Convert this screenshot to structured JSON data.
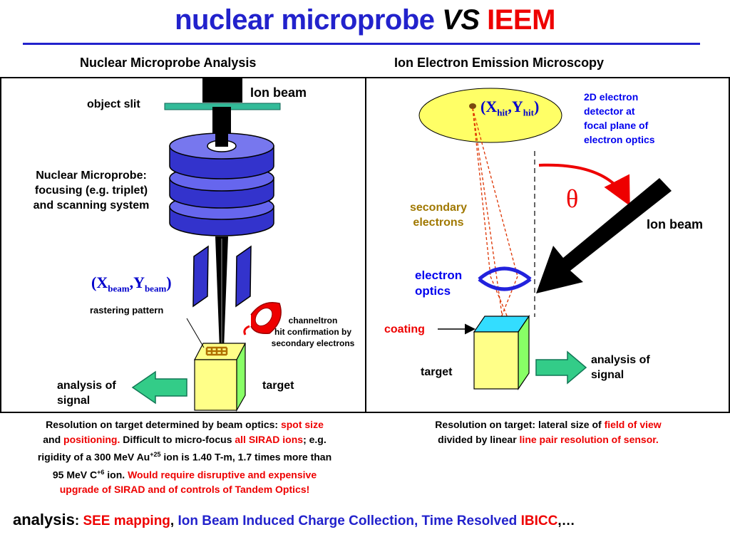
{
  "title": {
    "part1": "nuclear microprobe",
    "vs": "VS",
    "part2": "IEEM"
  },
  "left_panel": {
    "heading": "Nuclear Microprobe Analysis",
    "ion_beam": "Ion beam",
    "object_slit": "object slit",
    "microprobe": [
      "Nuclear Microprobe:",
      "focusing (e.g. triplet)",
      "and scanning system"
    ],
    "coord_x": "X",
    "coord_x_sub": "beam",
    "coord_y": "Y",
    "coord_y_sub": "beam",
    "rastering": "rastering pattern",
    "channeltron": [
      "channeltron",
      "hit confirmation by",
      "secondary electrons"
    ],
    "analysis": [
      "analysis of",
      "signal"
    ],
    "target": "target"
  },
  "right_panel": {
    "heading": "Ion Electron Emission Microscopy",
    "coord_x": "X",
    "coord_x_sub": "hit",
    "coord_y": "Y",
    "coord_y_sub": "hit",
    "detector": [
      "2D electron",
      "detector at",
      "focal plane of",
      "electron optics"
    ],
    "theta": "θ",
    "secondary": [
      "secondary",
      "electrons"
    ],
    "ion_beam": "Ion beam",
    "optics": [
      "electron",
      "optics"
    ],
    "coating": "coating",
    "target": "target",
    "analysis": [
      "analysis of",
      "signal"
    ]
  },
  "resolution_left": {
    "l1a": "Resolution on target determined by beam optics: ",
    "l1b": "spot size",
    "l2a": "and ",
    "l2b": "positioning.",
    "l2c": " Difficult to micro-focus ",
    "l2d": "all SIRAD ions",
    "l2e": "; e.g.",
    "l3a": "rigidity of a 300 MeV Au",
    "l3sup": "+25",
    "l3b": " ion is 1.40 T-m, 1.7 times more than",
    "l4a": "95 MeV C",
    "l4sup": "+6",
    "l4b": " ion. ",
    "l4c": "Would require disruptive and expensive",
    "l5": "upgrade of SIRAD and of controls of Tandem Optics!"
  },
  "resolution_right": {
    "l1a": "Resolution on target: lateral size of ",
    "l1b": "field of view",
    "l2a": "divided by linear ",
    "l2b": "line pair resolution of sensor."
  },
  "bottom_line": {
    "label": "analysis",
    "colon": ": ",
    "see": "SEE mapping",
    "comma1": ", ",
    "ibicc": "Ion Beam Induced Charge Collection, Time Resolved ",
    "ibicc2": "IBICC",
    "rest": ",…"
  },
  "colors": {
    "title_blue": "#2222cc",
    "accent_red": "#ee0000",
    "lens_blue": "#4444dd",
    "target_yellow": "#ffff88",
    "target_green": "#88ff66",
    "arrow_teal": "#33cc88",
    "detector_yellow": "#ffff66",
    "coating_cyan": "#33ddff",
    "secondary_olive": "#a07800"
  }
}
